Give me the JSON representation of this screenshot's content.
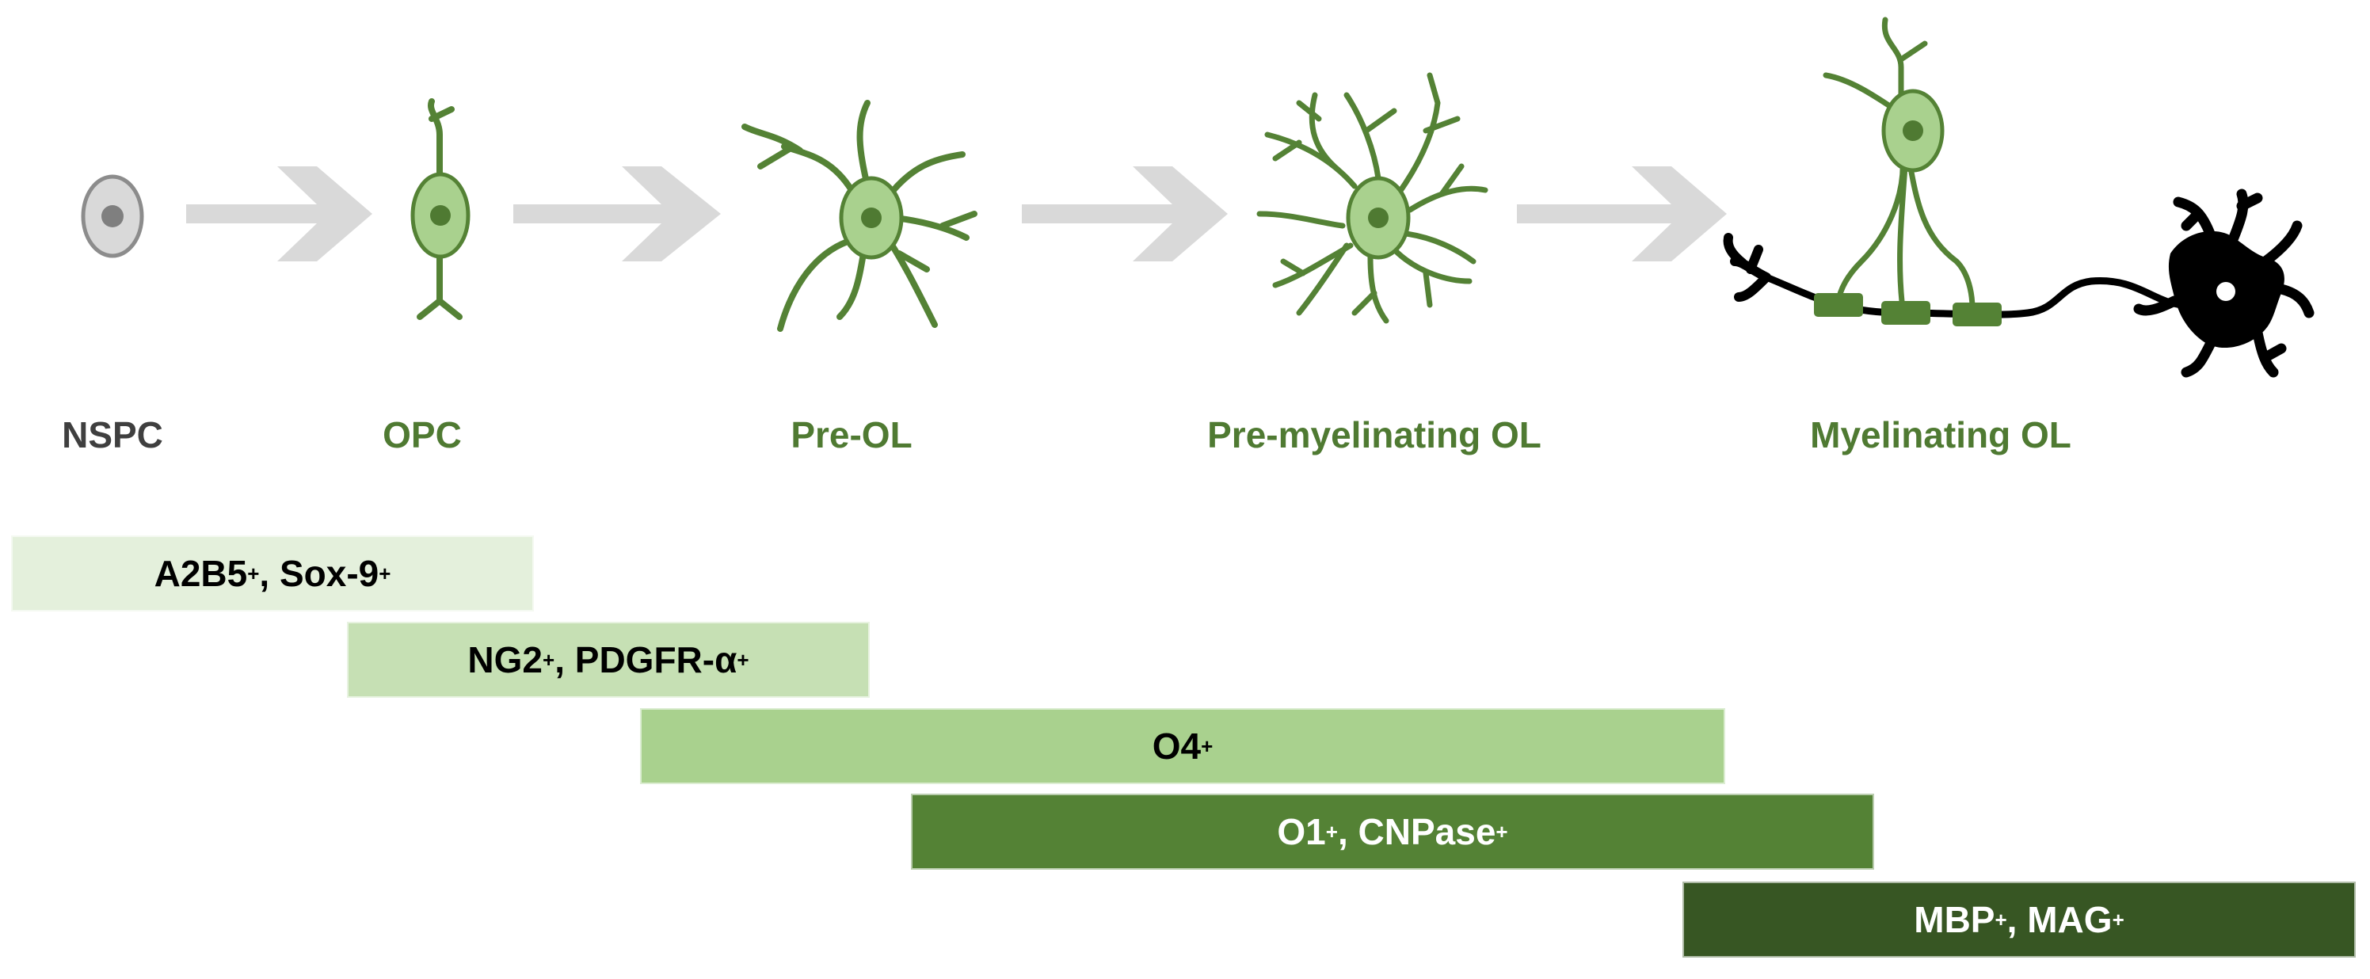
{
  "stages": [
    {
      "label": "NSPC",
      "color": "#3f3f3f"
    },
    {
      "label": "OPC",
      "color": "#4f7a32"
    },
    {
      "label": "Pre-OL",
      "color": "#4f7a32"
    },
    {
      "label": "Pre-myelinating OL",
      "color": "#4f7a32"
    },
    {
      "label": "Myelinating OL",
      "color": "#4f7a32"
    }
  ],
  "markers": [
    {
      "parts": [
        "A2B5",
        "+",
        ", Sox-9",
        "+"
      ],
      "fill": "#e4f0dc",
      "text_color": "#000000"
    },
    {
      "parts": [
        "NG2",
        "+",
        ", PDGFR-α",
        "+"
      ],
      "fill": "#c6e0b4",
      "text_color": "#000000"
    },
    {
      "parts": [
        "O4",
        "+"
      ],
      "fill": "#a9d18e",
      "text_color": "#000000"
    },
    {
      "parts": [
        "O1",
        "+",
        " , CNPase",
        "+"
      ],
      "fill": "#548235",
      "text_color": "#ffffff"
    },
    {
      "parts": [
        "MBP",
        "+",
        " , MAG",
        "+"
      ],
      "fill": "#375623",
      "text_color": "#ffffff"
    }
  ],
  "colors": {
    "cell_green": "#a9d18e",
    "process_green": "#548235",
    "nucleus_green": "#4f7a32",
    "arrow_gray": "#d9d9d9",
    "neuron_black": "#000000",
    "nspc_gray": "#d9d9d9"
  },
  "icons": [
    "nspc-cell-icon",
    "opc-cell-icon",
    "pre-ol-cell-icon",
    "pre-myelinating-ol-cell-icon",
    "myelinating-ol-icon",
    "neuron-icon",
    "arrow-right-icon"
  ]
}
